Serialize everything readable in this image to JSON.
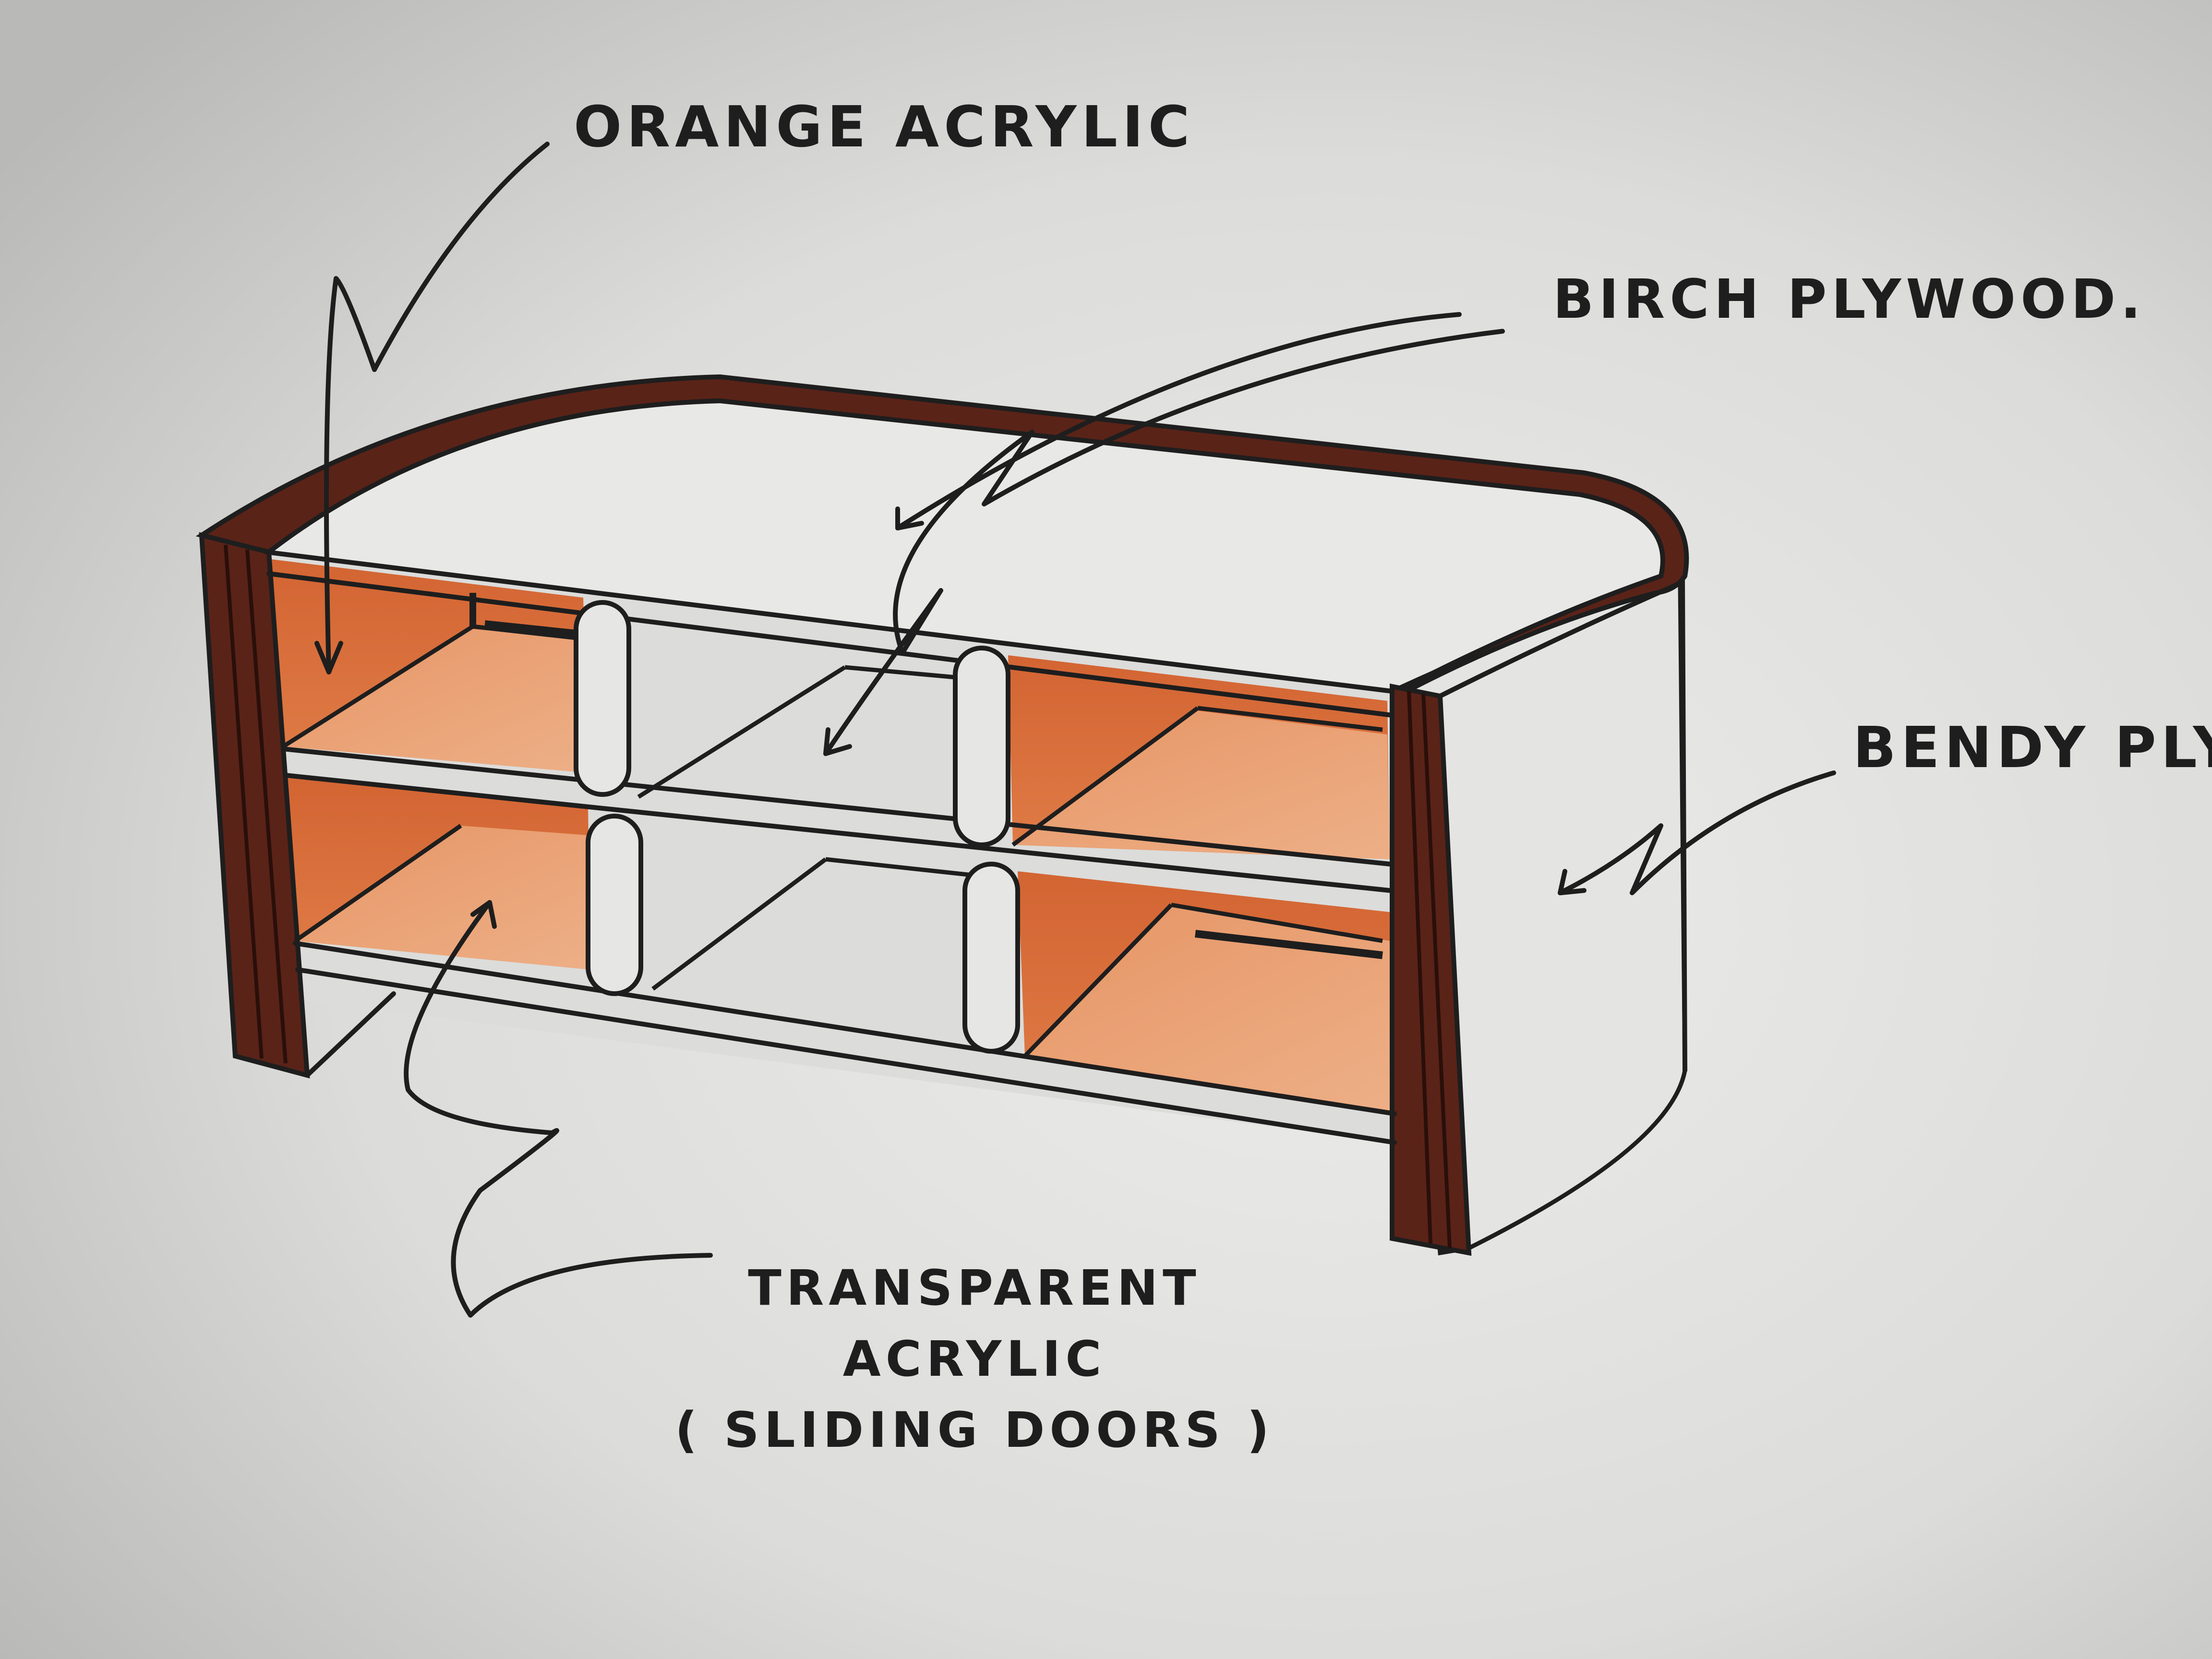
{
  "labels": {
    "orange_acrylic": "Orange Acrylic",
    "birch_plywood": "Birch Plywood.",
    "bendy_ply": "Bendy Ply.",
    "transparent_line1": "Transparent",
    "transparent_line2": "Acrylic",
    "transparent_line3": "( Sliding Doors )"
  },
  "colors": {
    "paper": "#d9d9d7",
    "ink": "#1e1e1e",
    "orange_acrylic": "#d8652e",
    "birch_edge": "#5a2318",
    "panel": "#e6e6e4"
  }
}
